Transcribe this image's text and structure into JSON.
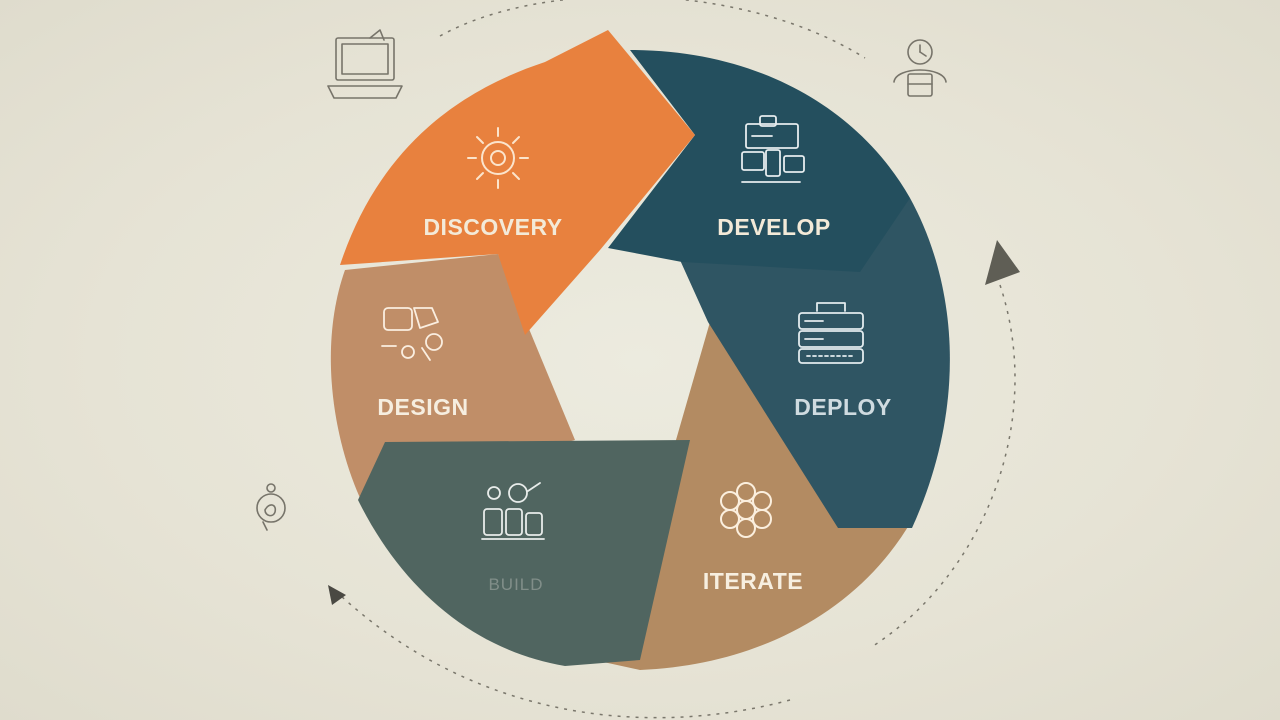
{
  "stages": [
    {
      "id": "discovery",
      "label": "DISCOVERY",
      "color": "#e8813e",
      "icon": "lightbulb-gear-icon"
    },
    {
      "id": "develop",
      "label": "DEVELOP",
      "color": "#244f5e",
      "icon": "code-devices-icon"
    },
    {
      "id": "deploy",
      "label": "DEPLOY",
      "color": "#2f5563",
      "icon": "server-rack-icon"
    },
    {
      "id": "iterate",
      "label": "ITERATE",
      "color": "#b38b62",
      "icon": "cog-flower-icon"
    },
    {
      "id": "build",
      "label": "BUILD",
      "color": "#506560",
      "icon": "team-tools-icon"
    },
    {
      "id": "design",
      "label": "DESIGN",
      "color": "#c08e68",
      "icon": "design-shapes-icon"
    }
  ],
  "colors": {
    "background": "#e8e5d8",
    "outline": "#6d6a5e",
    "label_light": "#f3ead8",
    "arrow": "#5f5e55"
  },
  "decor_icons": [
    "laptop-icon",
    "clock-person-icon",
    "lightbulb-hand-icon"
  ]
}
